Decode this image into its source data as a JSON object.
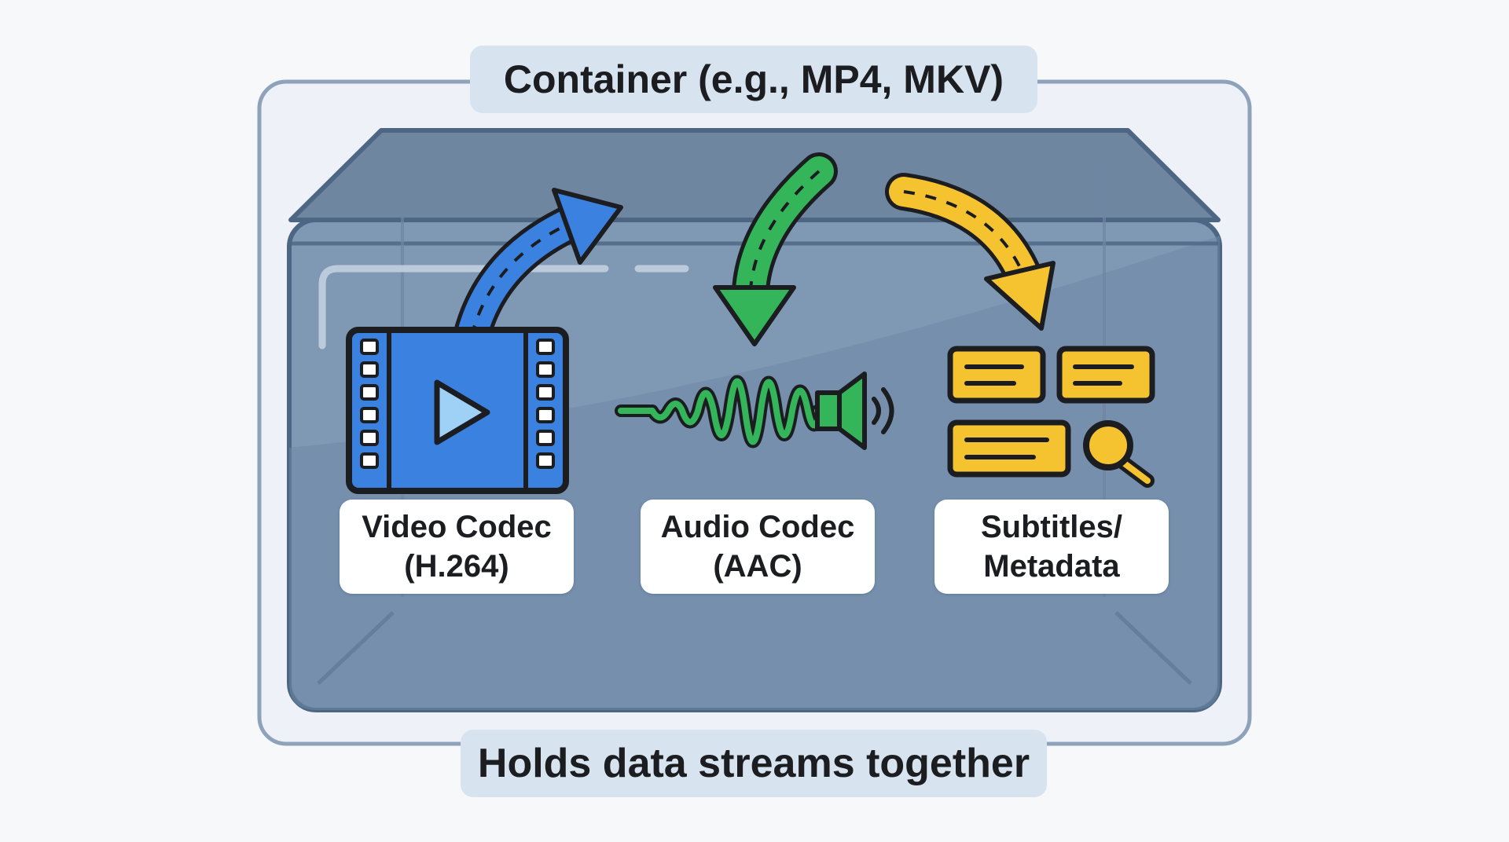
{
  "header": {
    "title": "Container (e.g., MP4, MKV)"
  },
  "footer": {
    "caption": "Holds data streams together"
  },
  "streams": [
    {
      "line1": "Video Codec",
      "line2": "(H.264)",
      "color": "#3b82e0",
      "icon": "video-film-icon"
    },
    {
      "line1": "Audio Codec",
      "line2": "(AAC)",
      "color": "#34b55a",
      "icon": "audio-waveform-speaker-icon"
    },
    {
      "line1": "Subtitles/",
      "line2": "Metadata",
      "color": "#f5c230",
      "icon": "subtitles-search-icon"
    }
  ],
  "colors": {
    "background": "#f7f8fa",
    "outer_frame": "#eef2f8",
    "outer_border": "#8ea2bb",
    "box_fill": "#7f98b4",
    "box_border": "#4d6683",
    "pill_bg": "#d7e3ef",
    "outline": "#1b1d21"
  }
}
